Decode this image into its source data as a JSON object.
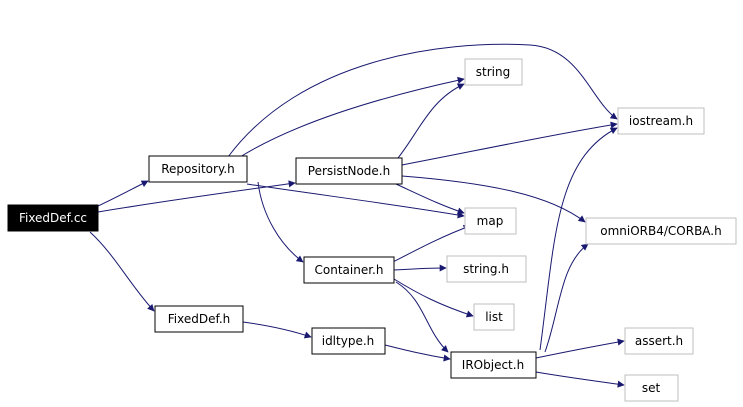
{
  "nodes": {
    "fixeddef_cc": "FixedDef.cc",
    "repository_h": "Repository.h",
    "persistnode_h": "PersistNode.h",
    "string": "string",
    "iostream_h": "iostream.h",
    "map": "map",
    "omniorb4_corba_h": "omniORB4/CORBA.h",
    "container_h": "Container.h",
    "string_h": "string.h",
    "list": "list",
    "fixeddef_h": "FixedDef.h",
    "idltype_h": "idltype.h",
    "irobject_h": "IRObject.h",
    "assert_h": "assert.h",
    "set": "set"
  },
  "colors": {
    "root_fill": "#000000",
    "root_text": "#ffffff",
    "node_border": "#000000",
    "external_border": "#bfbfbf",
    "edge": "#191970"
  }
}
